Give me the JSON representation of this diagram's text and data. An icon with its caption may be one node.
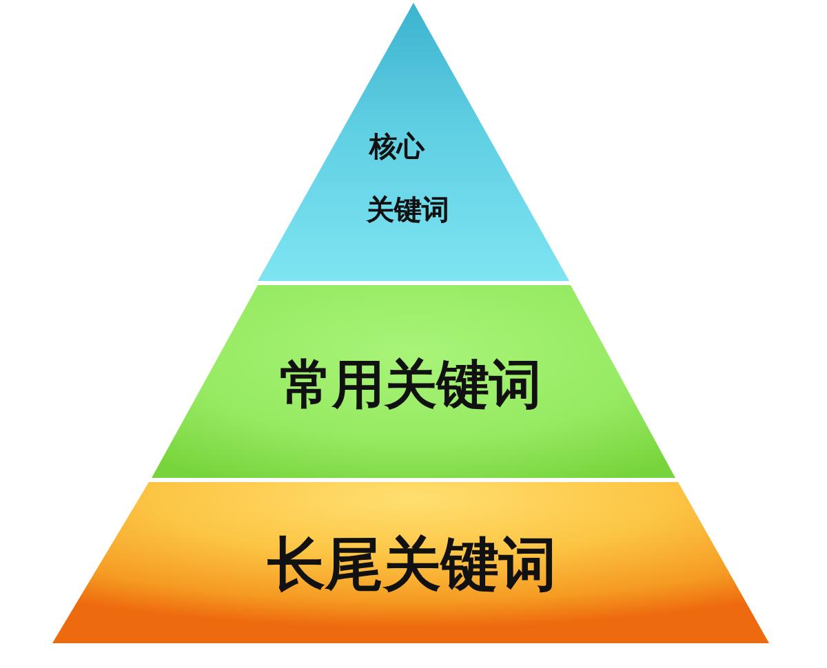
{
  "diagram": {
    "nodes": [
      {
        "text": [
          "核心关键词"
        ]
      },
      {
        "text": [
          "常用关键词"
        ]
      },
      {
        "text": [
          "长尾关键词"
        ]
      }
    ]
  }
}
